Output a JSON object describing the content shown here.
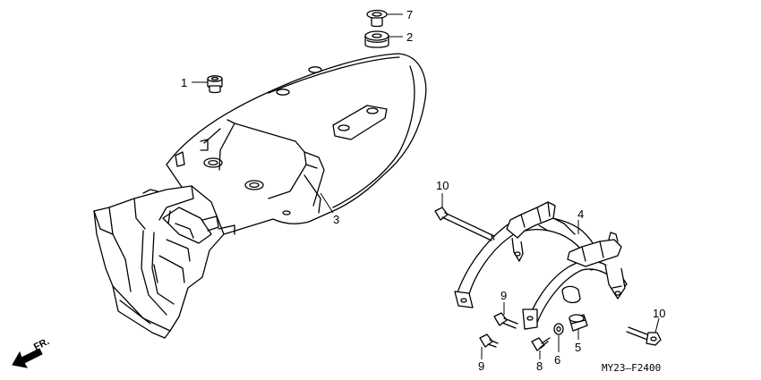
{
  "callouts": [
    {
      "id": "c7",
      "text": "7"
    },
    {
      "id": "c2",
      "text": "2"
    },
    {
      "id": "c1",
      "text": "1"
    },
    {
      "id": "c3",
      "text": "3"
    },
    {
      "id": "c10a",
      "text": "10"
    },
    {
      "id": "c4",
      "text": "4"
    },
    {
      "id": "c9a",
      "text": "9"
    },
    {
      "id": "c10b",
      "text": "10"
    },
    {
      "id": "c5",
      "text": "5"
    },
    {
      "id": "c6",
      "text": "6"
    },
    {
      "id": "c8",
      "text": "8"
    },
    {
      "id": "c9b",
      "text": "9"
    }
  ],
  "direction_label": "FR.",
  "diagram_code": "MY23–F2400"
}
